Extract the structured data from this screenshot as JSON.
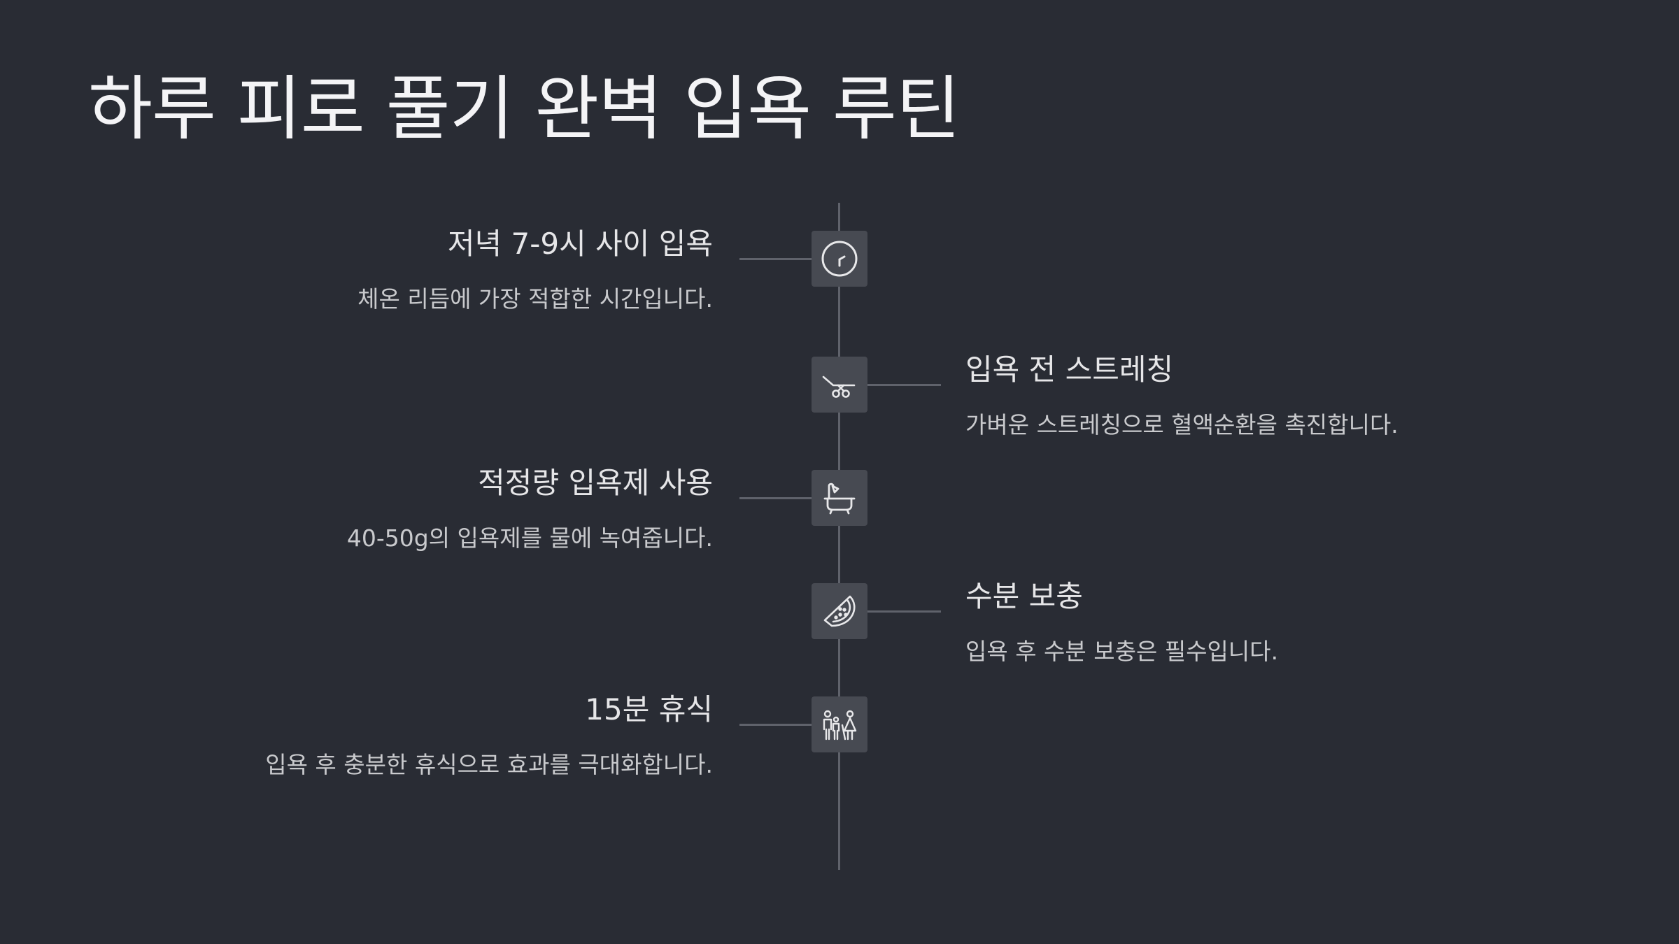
{
  "title": "하루 피로 풀기 완벽 입욕 루틴",
  "colors": {
    "background": "#292c34",
    "icon_box": "#474a52",
    "line": "#5f626b",
    "text": "#e6e6e8"
  },
  "timeline": [
    {
      "side": "left",
      "icon": "clock-icon",
      "title": "저녁 7-9시 사이 입욕",
      "description": "체온 리듬에 가장 적합한 시간입니다."
    },
    {
      "side": "right",
      "icon": "stretching-icon",
      "title": "입욕 전 스트레칭",
      "description": "가벼운 스트레칭으로 혈액순환을 촉진합니다."
    },
    {
      "side": "left",
      "icon": "bathtub-icon",
      "title": "적정량 입욕제 사용",
      "description": "40-50g의 입욕제를 물에 녹여줍니다."
    },
    {
      "side": "right",
      "icon": "watermelon-icon",
      "title": "수분 보충",
      "description": "입욕 후 수분 보충은 필수입니다."
    },
    {
      "side": "left",
      "icon": "family-rest-icon",
      "title": "15분 휴식",
      "description": "입욕 후 충분한 휴식으로 효과를 극대화합니다."
    }
  ]
}
